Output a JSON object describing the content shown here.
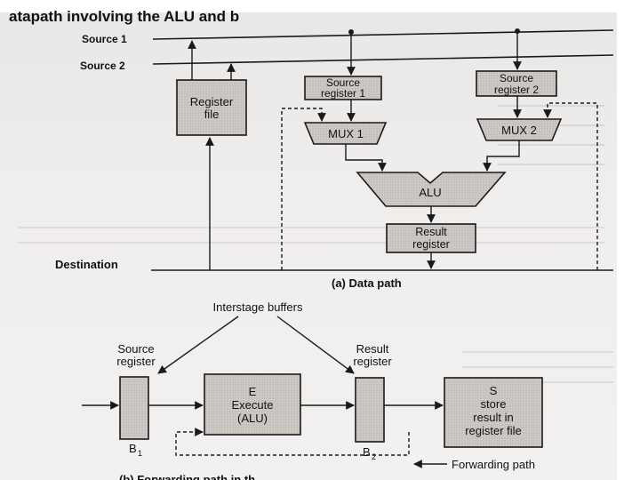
{
  "header": {
    "partial_title": "atapath involving the ALU and b"
  },
  "data_path": {
    "bus_source1": "Source 1",
    "bus_source2": "Source 2",
    "register_file": [
      "Register",
      "file"
    ],
    "source_register_1": [
      "Source",
      "register 1"
    ],
    "source_register_2": [
      "Source",
      "register 2"
    ],
    "mux1": "MUX 1",
    "mux2": "MUX 2",
    "alu": "ALU",
    "result_register": [
      "Result",
      "register"
    ],
    "destination": "Destination",
    "caption": "(a) Data path"
  },
  "forwarding": {
    "interstage_buffers": "Interstage buffers",
    "source_register": [
      "Source",
      "register"
    ],
    "result_register": [
      "Result",
      "register"
    ],
    "b1": "B",
    "b1_sub": "1",
    "b2": "B",
    "b2_sub": "2",
    "execute": [
      "E",
      "Execute",
      "(ALU)"
    ],
    "store": [
      "S",
      "store",
      "result in",
      "register file"
    ],
    "forwarding_path": "Forwarding path",
    "caption": "(b) Forwarding path in th"
  },
  "colors": {
    "box_fill": "#cfcac6",
    "line": "#1a1a1a",
    "background": "#eeecea"
  }
}
